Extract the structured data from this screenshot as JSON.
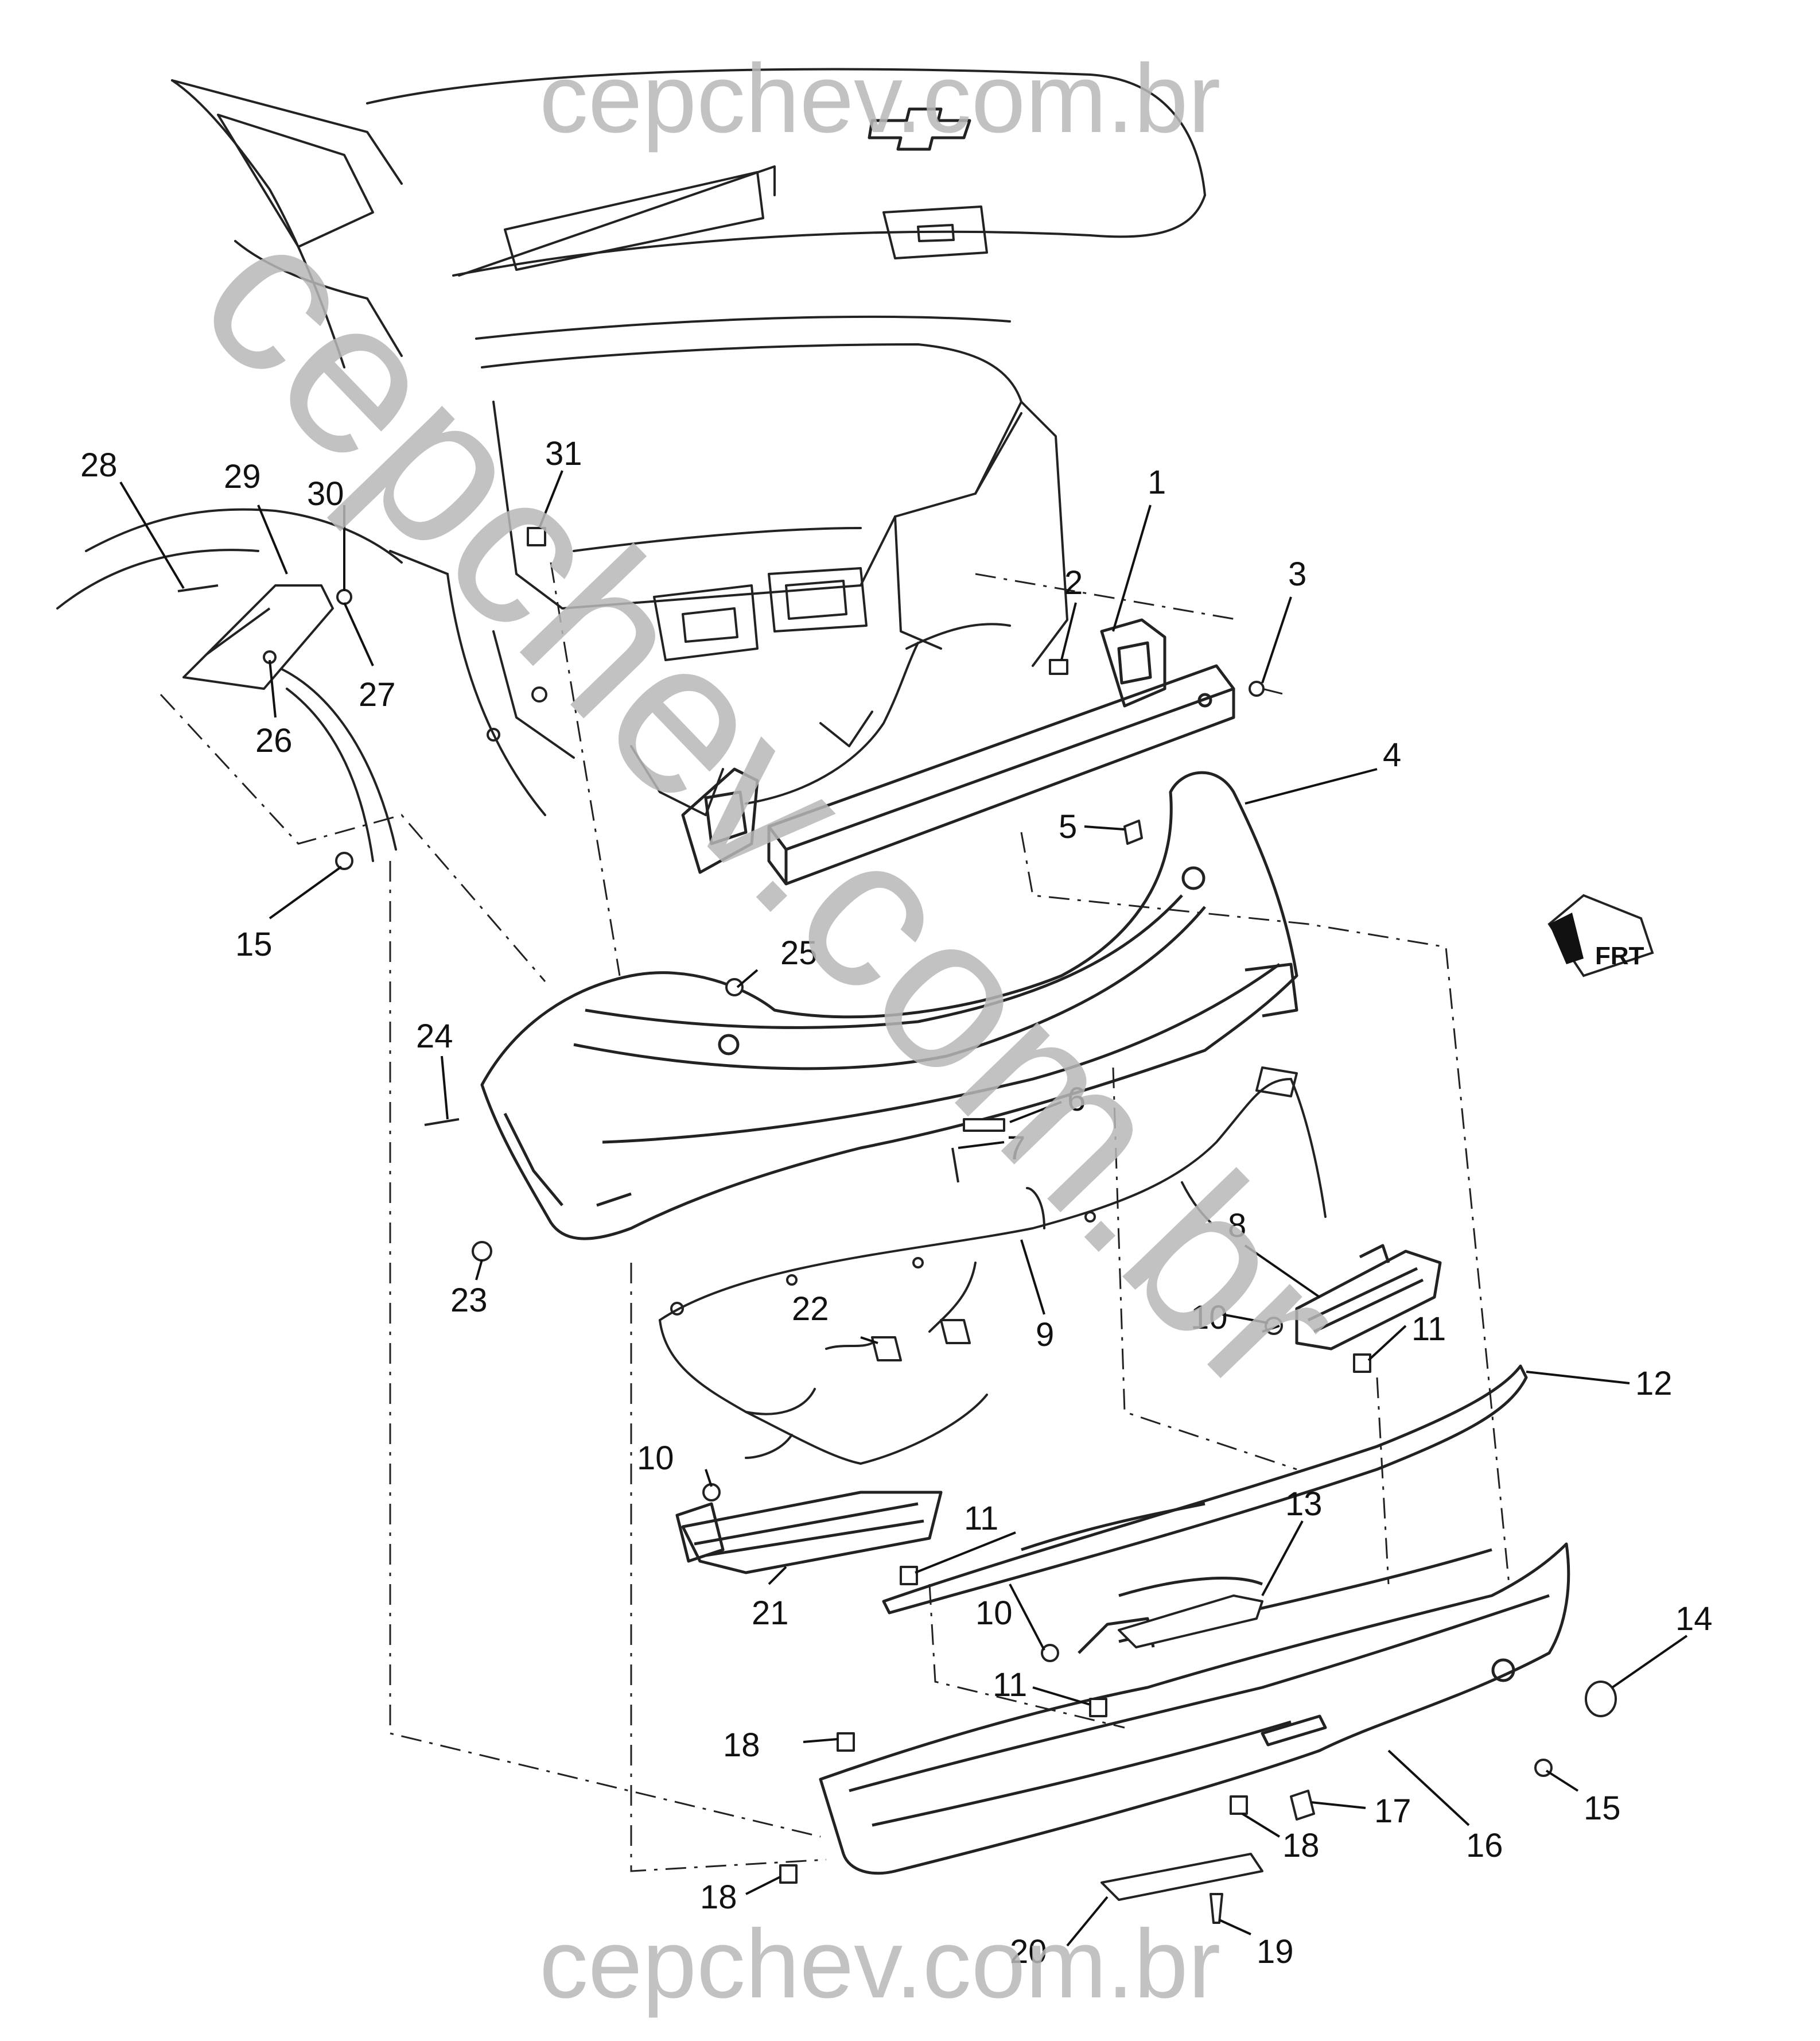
{
  "watermark": {
    "top": "cepchev.com.br",
    "bottom": "cepchev.com.br",
    "diagonal": "cepchev.com.br"
  },
  "frt_label": "FRT",
  "callouts": [
    {
      "id": "1",
      "text": "1"
    },
    {
      "id": "2",
      "text": "2"
    },
    {
      "id": "3",
      "text": "3"
    },
    {
      "id": "4",
      "text": "4"
    },
    {
      "id": "5",
      "text": "5"
    },
    {
      "id": "6",
      "text": "6"
    },
    {
      "id": "7",
      "text": "7"
    },
    {
      "id": "8",
      "text": "8"
    },
    {
      "id": "9",
      "text": "9"
    },
    {
      "id": "10a",
      "text": "10"
    },
    {
      "id": "10b",
      "text": "10"
    },
    {
      "id": "10c",
      "text": "10"
    },
    {
      "id": "11a",
      "text": "11"
    },
    {
      "id": "11b",
      "text": "11"
    },
    {
      "id": "11c",
      "text": "11"
    },
    {
      "id": "12",
      "text": "12"
    },
    {
      "id": "13",
      "text": "13"
    },
    {
      "id": "14",
      "text": "14"
    },
    {
      "id": "15a",
      "text": "15"
    },
    {
      "id": "15b",
      "text": "15"
    },
    {
      "id": "16",
      "text": "16"
    },
    {
      "id": "17",
      "text": "17"
    },
    {
      "id": "18a",
      "text": "18"
    },
    {
      "id": "18b",
      "text": "18"
    },
    {
      "id": "18c",
      "text": "18"
    },
    {
      "id": "19",
      "text": "19"
    },
    {
      "id": "20",
      "text": "20"
    },
    {
      "id": "21",
      "text": "21"
    },
    {
      "id": "22",
      "text": "22"
    },
    {
      "id": "23",
      "text": "23"
    },
    {
      "id": "24",
      "text": "24"
    },
    {
      "id": "25",
      "text": "25"
    },
    {
      "id": "26",
      "text": "26"
    },
    {
      "id": "27",
      "text": "27"
    },
    {
      "id": "28",
      "text": "28"
    },
    {
      "id": "29",
      "text": "29"
    },
    {
      "id": "30",
      "text": "30"
    },
    {
      "id": "31",
      "text": "31"
    }
  ]
}
